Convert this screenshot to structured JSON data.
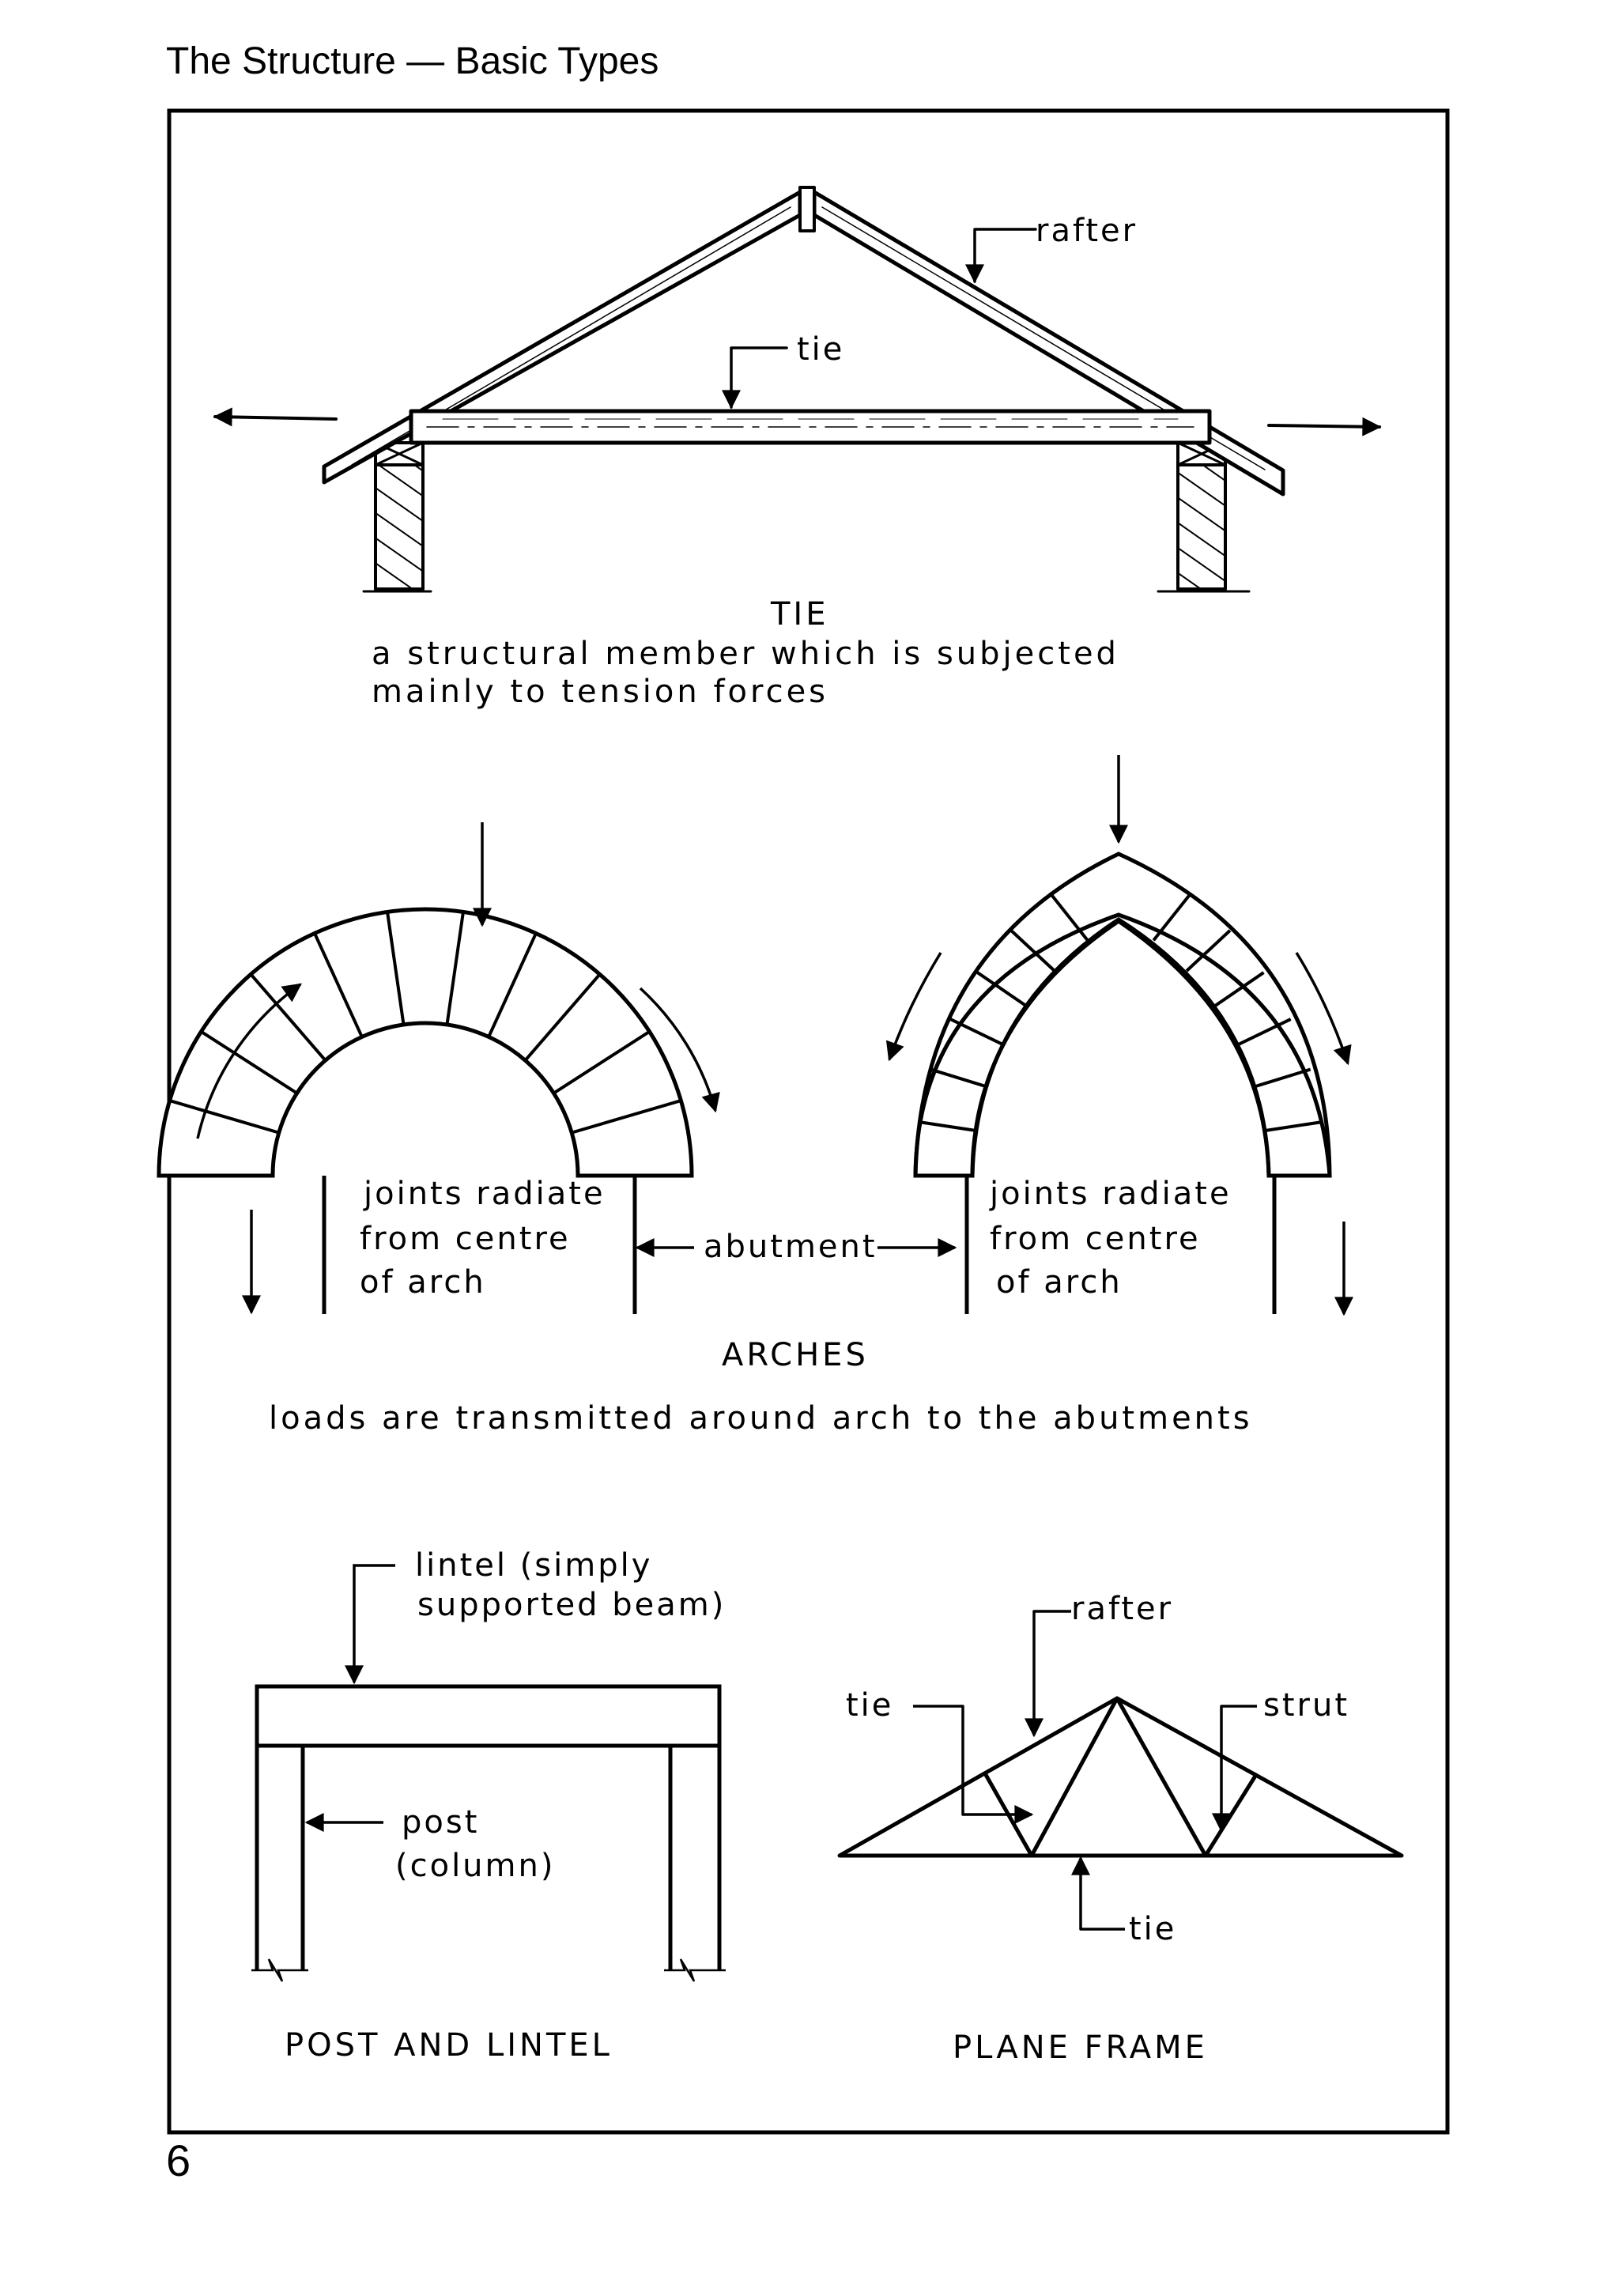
{
  "header": {
    "title": "The Structure — Basic Types"
  },
  "page_number": "6",
  "tie": {
    "labels": {
      "rafter": "rafter",
      "tie": "tie"
    },
    "caption": "TIE",
    "description_line1": "a structural  member  which  is  subjected",
    "description_line2": "mainly  to  tension  forces"
  },
  "arches": {
    "left_note": [
      "joints radiate",
      "from  centre",
      "of  arch"
    ],
    "right_note": [
      "joints radiate",
      "from  centre",
      "of  arch"
    ],
    "abutment": "abutment",
    "caption": "ARCHES",
    "description": "loads  are  transmitted  around  arch  to  the  abutments"
  },
  "post_and_lintel": {
    "lintel_line1": "lintel (simply",
    "lintel_line2": "supported  beam)",
    "post_line1": "post",
    "post_line2": "(column)",
    "caption": "POST  AND  LINTEL"
  },
  "plane_frame": {
    "rafter": "rafter",
    "tie_top": "tie",
    "strut": "strut",
    "tie_bottom": "tie",
    "caption": "PLANE    FRAME"
  }
}
